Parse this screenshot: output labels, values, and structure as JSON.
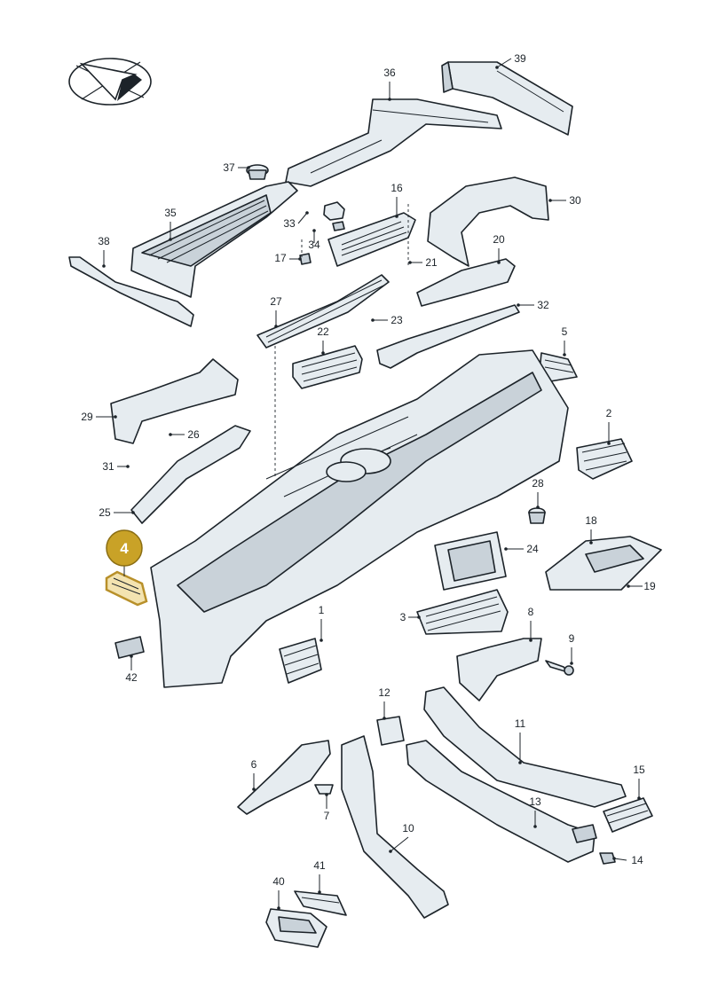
{
  "diagram": {
    "highlighted_part": "4",
    "callouts": [
      "1",
      "2",
      "3",
      "5",
      "6",
      "7",
      "8",
      "9",
      "10",
      "11",
      "12",
      "13",
      "14",
      "15",
      "16",
      "17",
      "18",
      "19",
      "20",
      "21",
      "22",
      "23",
      "24",
      "25",
      "26",
      "27",
      "28",
      "29",
      "30",
      "31",
      "32",
      "33",
      "34",
      "35",
      "36",
      "37",
      "38",
      "39",
      "40",
      "41",
      "42"
    ]
  }
}
